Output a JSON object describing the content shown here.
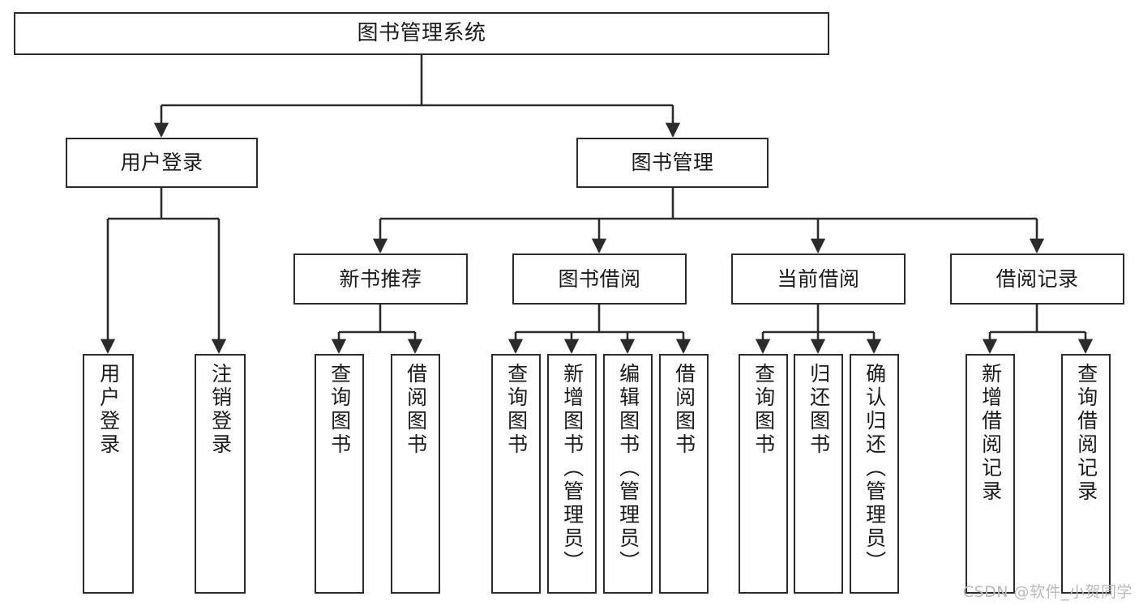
{
  "diagram": {
    "title": "图书管理系统",
    "type": "tree-hierarchy",
    "orientation": "top-down",
    "colors": {
      "node_border": "#2b2b2b",
      "node_fill": "#ffffff",
      "connector": "#2b2b2b",
      "text": "#1a1a1a",
      "watermark": "#b9b9b9",
      "background": "#ffffff"
    },
    "watermark": "CSDN @软件_小贺同学"
  },
  "nodes": {
    "root": {
      "label": "图书管理系统",
      "level": 1
    },
    "level2": [
      {
        "id": "user-login",
        "label": "用户登录"
      },
      {
        "id": "book-management",
        "label": "图书管理"
      }
    ],
    "level3": [
      {
        "id": "new-book-recommend",
        "label": "新书推荐",
        "parent": "book-management"
      },
      {
        "id": "book-borrow",
        "label": "图书借阅",
        "parent": "book-management"
      },
      {
        "id": "current-borrow",
        "label": "当前借阅",
        "parent": "book-management"
      },
      {
        "id": "borrow-record",
        "label": "借阅记录",
        "parent": "book-management"
      }
    ],
    "leaves": [
      {
        "id": "leaf-user-login",
        "label": "用户登录",
        "parent": "user-login"
      },
      {
        "id": "leaf-logout-login",
        "label": "注销登录",
        "parent": "user-login"
      },
      {
        "id": "leaf-query-book-1",
        "label": "查询图书",
        "parent": "new-book-recommend"
      },
      {
        "id": "leaf-borrow-book-1",
        "label": "借阅图书",
        "parent": "new-book-recommend"
      },
      {
        "id": "leaf-query-book-2",
        "label": "查询图书",
        "parent": "book-borrow"
      },
      {
        "id": "leaf-add-book",
        "label": "新增图书（管理员）",
        "parent": "book-borrow"
      },
      {
        "id": "leaf-edit-book",
        "label": "编辑图书（管理员）",
        "parent": "book-borrow"
      },
      {
        "id": "leaf-borrow-book-2",
        "label": "借阅图书",
        "parent": "book-borrow"
      },
      {
        "id": "leaf-query-book-3",
        "label": "查询图书",
        "parent": "current-borrow"
      },
      {
        "id": "leaf-return-book",
        "label": "归还图书",
        "parent": "current-borrow"
      },
      {
        "id": "leaf-confirm-return",
        "label": "确认归还（管理员）",
        "parent": "current-borrow"
      },
      {
        "id": "leaf-add-record",
        "label": "新增借阅记录",
        "parent": "borrow-record"
      },
      {
        "id": "leaf-query-record",
        "label": "查询借阅记录",
        "parent": "borrow-record"
      }
    ]
  }
}
